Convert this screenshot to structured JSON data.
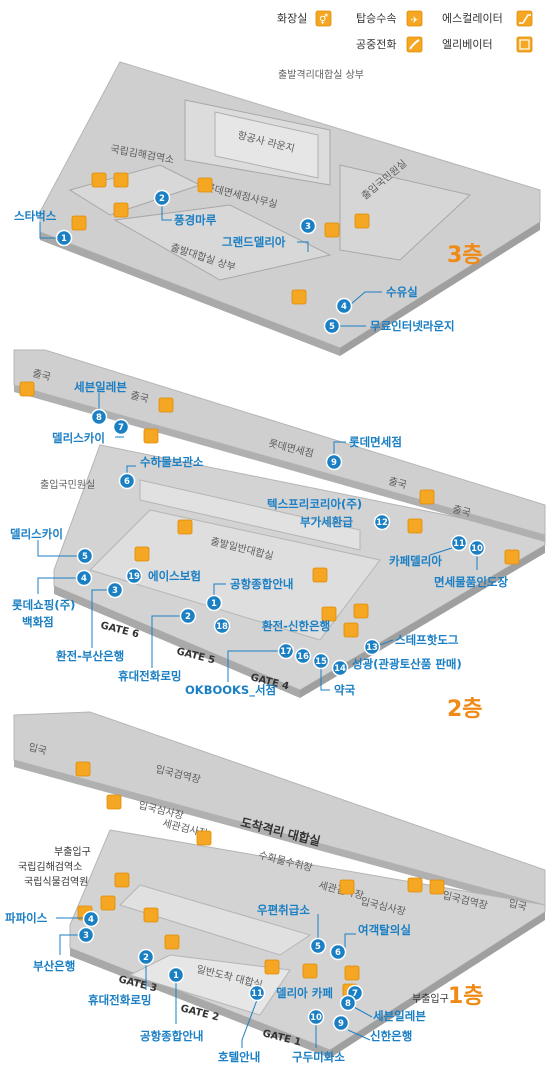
{
  "legend": [
    {
      "label": "화장실",
      "icon": "restroom-icon"
    },
    {
      "label": "탑승수속",
      "icon": "check-in-icon"
    },
    {
      "label": "에스컬레이터",
      "icon": "escalator-icon"
    },
    {
      "label": "공중전화",
      "icon": "phone-icon"
    },
    {
      "label": "엘리베이터",
      "icon": "elevator-icon"
    }
  ],
  "floor3": {
    "name": "3층",
    "rooms": [
      "출발격리대합실 상부",
      "국립김해검역소",
      "항공사 라운지",
      "롯데면세점사무실",
      "출입국민원실",
      "출발대합실 상부"
    ],
    "facilities": [
      {
        "n": "1",
        "label": "스타벅스"
      },
      {
        "n": "2",
        "label": "풍경마루"
      },
      {
        "n": "3",
        "label": "그랜드델리아"
      },
      {
        "n": "4",
        "label": "수유실"
      },
      {
        "n": "5",
        "label": "무료인터넷라운지"
      }
    ]
  },
  "floor2": {
    "name": "2층",
    "rooms": [
      "출국",
      "출국",
      "출국",
      "출국",
      "롯데면세점",
      "출입국민원실",
      "출발일반대합실"
    ],
    "gates": [
      "GATE 6",
      "GATE 5",
      "GATE 4"
    ],
    "facilities": [
      {
        "n": "8",
        "label": "세븐일레븐"
      },
      {
        "n": "7",
        "label": "델리스카이"
      },
      {
        "n": "6",
        "label": "수하물보관소"
      },
      {
        "n": "9",
        "label": "롯데면세점"
      },
      {
        "n": "12",
        "label": "텍스프리코리아(주)"
      },
      {
        "n": "",
        "label": "부가세환급"
      },
      {
        "n": "5",
        "label": "델리스카이"
      },
      {
        "n": "11",
        "label": "카페델리아"
      },
      {
        "n": "10",
        "label": "면세물품인도장"
      },
      {
        "n": "19",
        "label": "에이스보험"
      },
      {
        "n": "1",
        "label": "공항종합안내"
      },
      {
        "n": "4",
        "label": "롯데쇼핑(주)"
      },
      {
        "n": "",
        "label": "백화점"
      },
      {
        "n": "3",
        "label": "환전-부산은행"
      },
      {
        "n": "2",
        "label": "휴대전화로밍"
      },
      {
        "n": "18",
        "label": "환전-신한은행"
      },
      {
        "n": "13",
        "label": "스테프핫도그"
      },
      {
        "n": "14",
        "label": "성광(관광토산품 판매)"
      },
      {
        "n": "15",
        "label": "약국"
      },
      {
        "n": "16",
        "label": ""
      },
      {
        "n": "17",
        "label": "OKBOOKS_서점"
      }
    ]
  },
  "floor1": {
    "name": "1층",
    "rooms": [
      "입국",
      "입국검역장",
      "도착격리 대합실",
      "입국심사장",
      "세관검사장",
      "수화물수취장",
      "세관검사장",
      "입국심사장",
      "입국검역장",
      "입국",
      "부출입구",
      "국립김해검역소",
      "국립식물검역원",
      "일반도착 대합실",
      "부출입구"
    ],
    "gates": [
      "GATE 3",
      "GATE 2",
      "GATE 1"
    ],
    "facilities": [
      {
        "n": "4",
        "label": "파파이스"
      },
      {
        "n": "3",
        "label": "부산은행"
      },
      {
        "n": "2",
        "label": "휴대전화로밍"
      },
      {
        "n": "1",
        "label": "공항종합안내"
      },
      {
        "n": "11",
        "label": "호텔안내"
      },
      {
        "n": "5",
        "label": "우편취급소"
      },
      {
        "n": "6",
        "label": "여객탈의실"
      },
      {
        "n": "7",
        "label": "델리아 카페"
      },
      {
        "n": "8",
        "label": "세븐일레븐"
      },
      {
        "n": "9",
        "label": "신한은행"
      },
      {
        "n": "10",
        "label": "구두미화소"
      }
    ]
  }
}
